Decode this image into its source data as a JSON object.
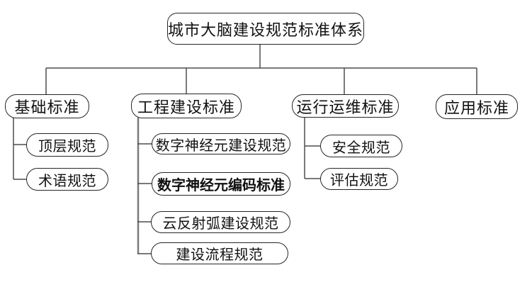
{
  "diagram": {
    "title": "城市大脑建设规范标准体系",
    "root": {
      "label": "城市大脑建设规范标准体系"
    },
    "branches": [
      {
        "label": "基础标准",
        "children": [
          {
            "label": "顶层规范"
          },
          {
            "label": "术语规范"
          }
        ]
      },
      {
        "label": "工程建设标准",
        "children": [
          {
            "label": "数字神经元建设规范"
          },
          {
            "label": "数字神经元编码标准",
            "emphasis": true
          },
          {
            "label": "云反射弧建设规范"
          },
          {
            "label": "建设流程规范"
          }
        ]
      },
      {
        "label": "运行运维标准",
        "children": [
          {
            "label": "安全规范"
          },
          {
            "label": "评估规范"
          }
        ]
      },
      {
        "label": "应用标准",
        "children": []
      }
    ],
    "colors": {
      "background": "#ffffff",
      "box_border": "#262626",
      "text": "#111111",
      "line": "#4d4d4d",
      "thick_line": "#7a7a7a"
    }
  }
}
